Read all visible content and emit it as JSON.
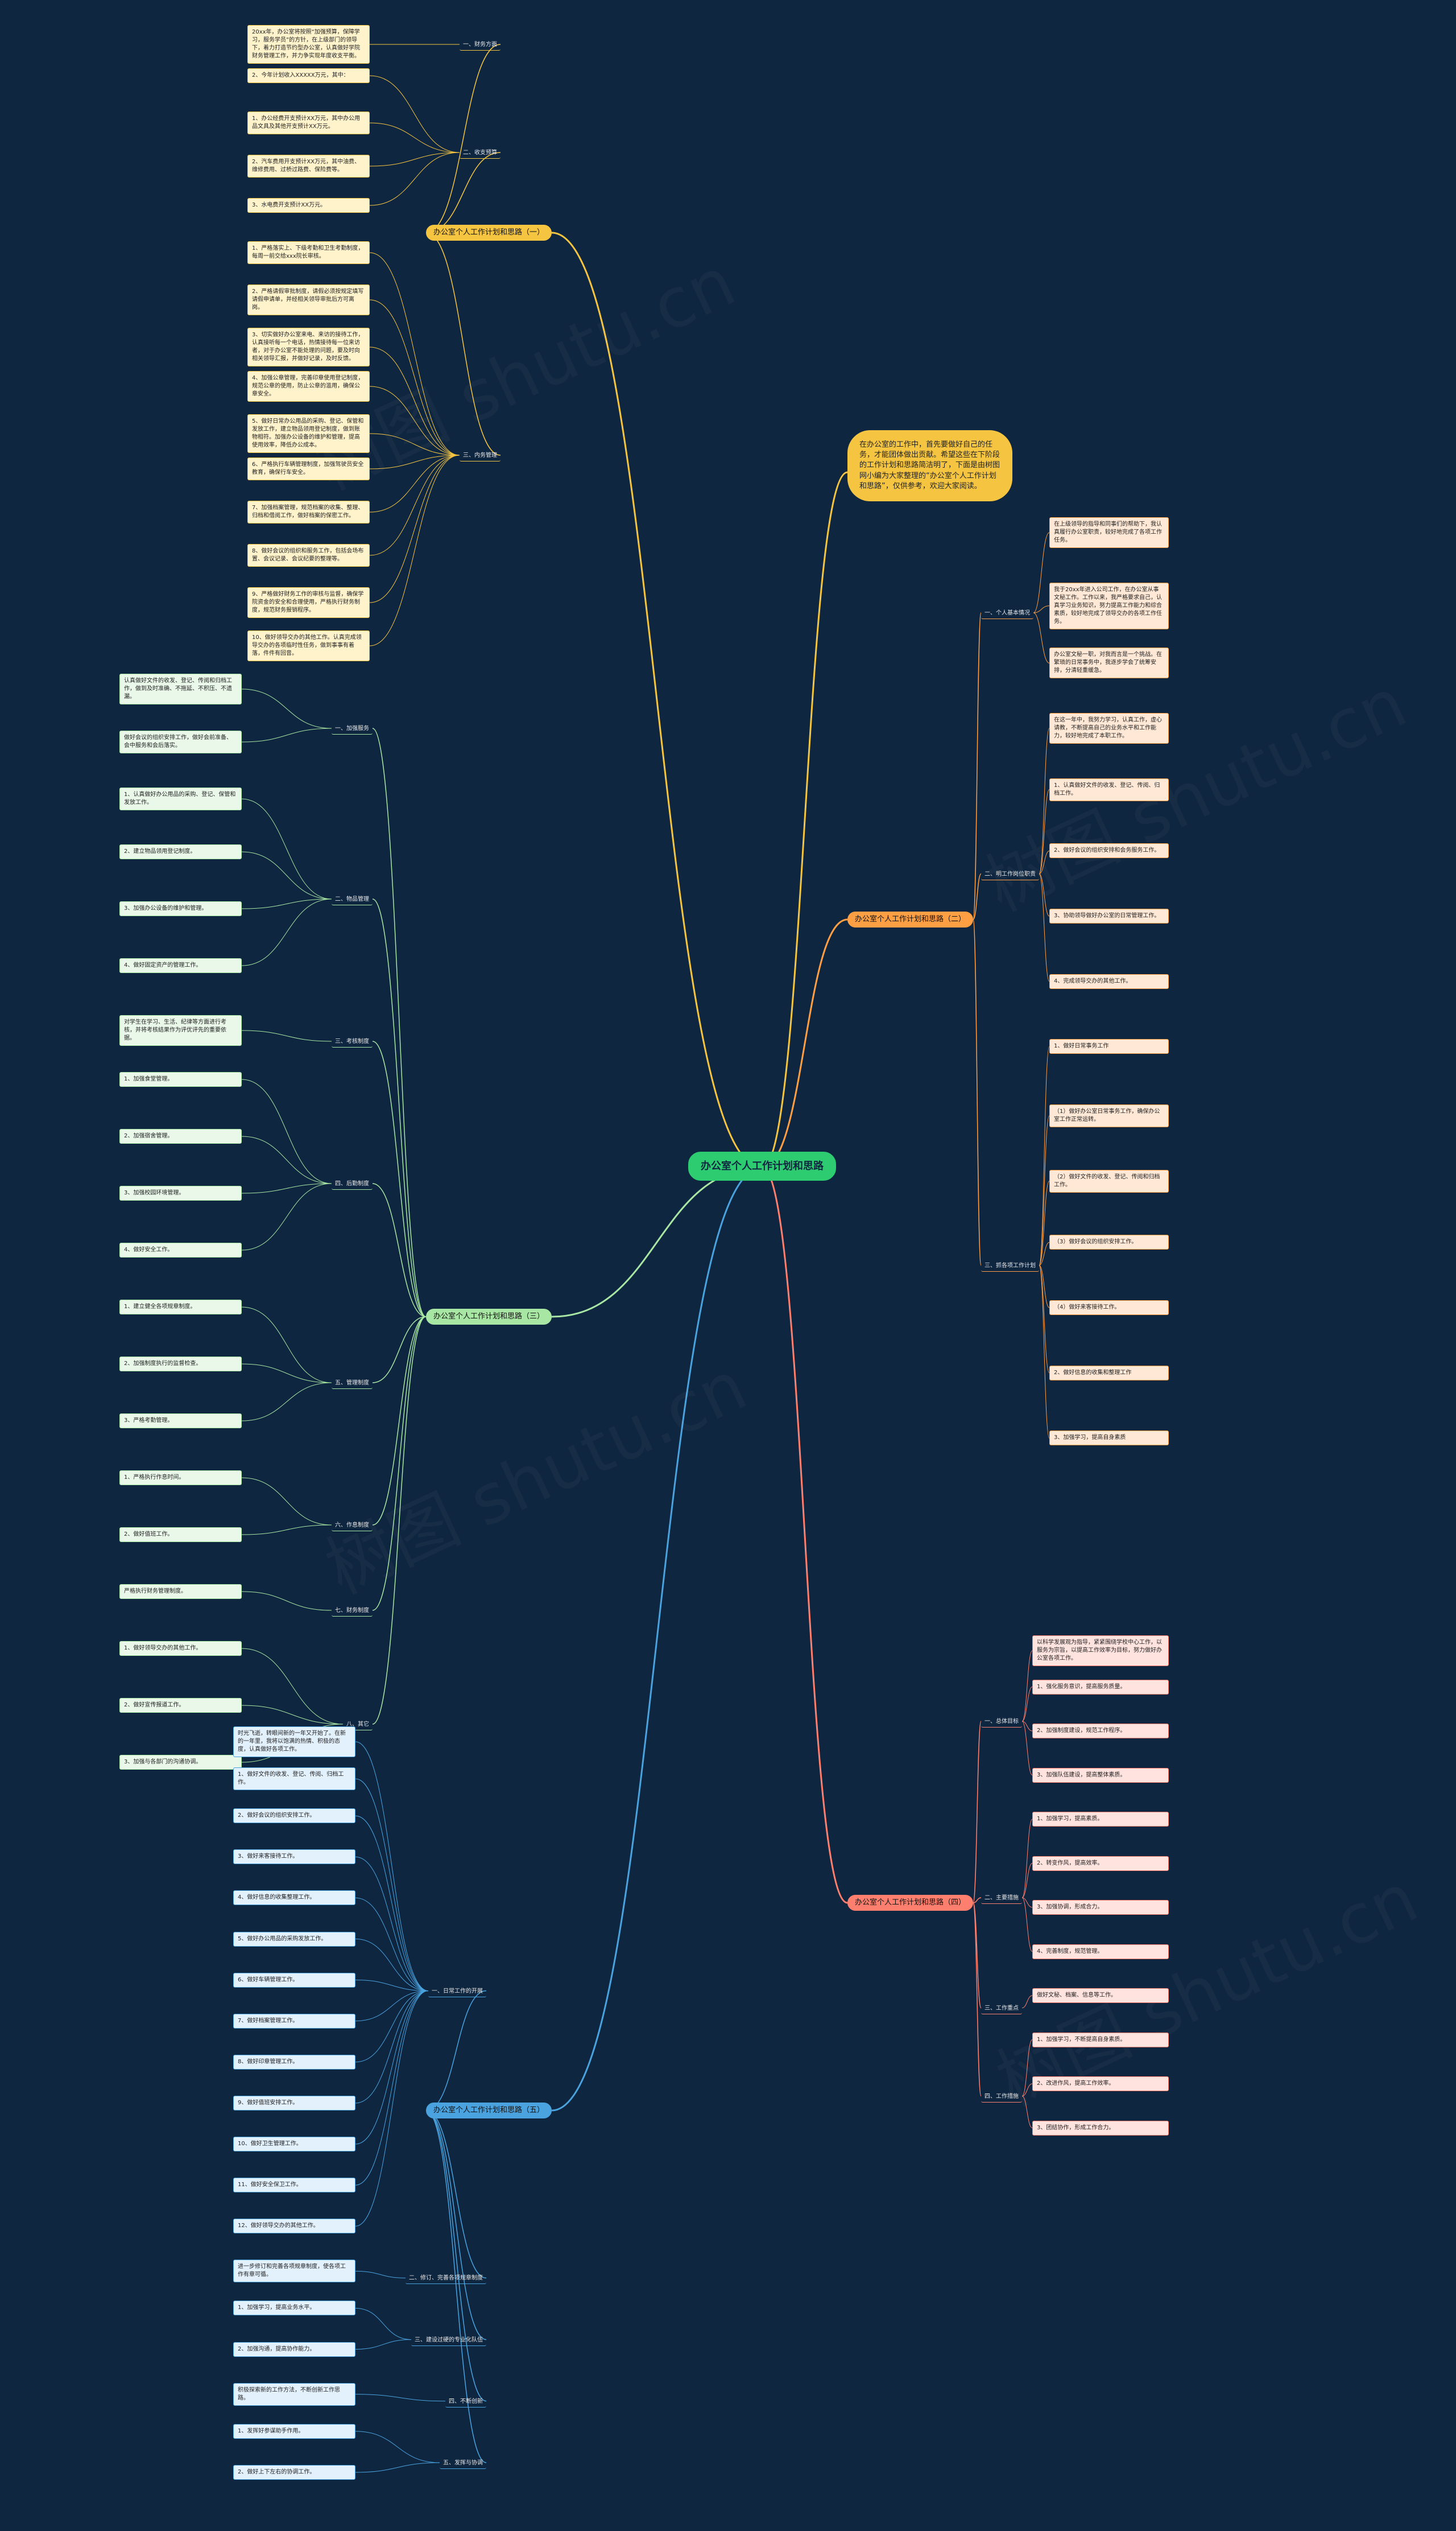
{
  "root": {
    "label": "办公室个人工作计划和思路"
  },
  "intro": {
    "text": "在办公室的工作中，首先要做好自己的任务，才能团体做出贡献。希望这些在下阶段的工作计划和思路简洁明了，下面是由树图网小编为大家整理的“办公室个人工作计划和思路”，仅供参考，欢迎大家阅读。"
  },
  "watermark": "树图 shutu.cn",
  "colors": {
    "background": "#0f2640",
    "root": "#2ecc71",
    "branch1": "#f5c542",
    "branch2": "#ff9f43",
    "branch3": "#a8e6a3",
    "branch4": "#ff7f6e",
    "branch5": "#4aa3df",
    "leaf1_bg": "#fff3cc",
    "leaf2_bg": "#ffe9d6",
    "leaf3_bg": "#eaf8ea",
    "leaf4_bg": "#ffe3df",
    "leaf5_bg": "#e3f1fc"
  },
  "branches": [
    {
      "label": "办公室个人工作计划和思路（一）",
      "subs": [
        {
          "label": "一、财务方面",
          "leaves": [
            "20xx年，办公室将按照“加强预算，保障学习，服务学员”的方针，在上级部门的领导下，着力打造节约型办公室，认真做好学院财务管理工作，并力争实现年度收支平衡。"
          ]
        },
        {
          "label": "二、收支预算",
          "leaves": [
            "2、今年计划收入XXXXX万元，其中：",
            "1、办公经费开支预计XX万元，其中办公用品文具及其他开支预计XX万元。",
            "2、汽车费用开支预计XX万元，其中油费、维修费用、过桥过路费、保险费等。",
            "3、水电费开支预计XX万元。"
          ]
        },
        {
          "label": "三、内务管理",
          "leaves": [
            "1、严格落实上、下级考勤和卫生考勤制度，每周一前交给xxx院长审核。",
            "2、严格请假审批制度，请假必须按规定填写请假申请单，并经相关领导审批后方可离岗。",
            "3、切实做好办公室来电、来访的接待工作，认真接听每一个电话，热情接待每一位来访者，对于办公室不能处理的问题，要及时向相关领导汇报，并做好记录，及时反馈。",
            "4、加强公章管理，完善印章使用登记制度，规范公章的使用，防止公章的滥用，确保公章安全。",
            "5、做好日常办公用品的采购、登记、保管和发放工作，建立物品领用登记制度，做到账物相符。加强办公设备的维护和管理，提高使用效率，降低办公成本。",
            "6、严格执行车辆管理制度，加强驾驶员安全教育，确保行车安全。",
            "7、加强档案管理，规范档案的收集、整理、归档和借阅工作，做好档案的保密工作。",
            "8、做好会议的组织和服务工作，包括会场布置、会议记录、会议纪要的整理等。",
            "9、严格做好财务工作的审核与监督，确保学院资金的安全和合理使用，严格执行财务制度，规范财务报销程序。",
            "10、做好领导交办的其他工作。认真完成领导交办的各项临时性任务，做到事事有着落，件件有回音。"
          ]
        }
      ]
    },
    {
      "label": "办公室个人工作计划和思路（二）",
      "subs": [
        {
          "label": "一、个人基本情况",
          "leaves": [
            "在上级领导的指导和同事们的帮助下，我认真履行办公室职责，较好地完成了各项工作任务。",
            "我于20xx年进入公司工作，在办公室从事文秘工作。工作以来，我严格要求自己，认真学习业务知识，努力提高工作能力和综合素质，较好地完成了领导交办的各项工作任务。",
            "办公室文秘一职，对我而言是一个挑战。在繁琐的日常事务中，我逐步学会了统筹安排，分清轻重缓急。"
          ]
        },
        {
          "label": "二、明工作岗位职责",
          "leaves": [
            "在这一年中，我努力学习，认真工作，虚心请教，不断提高自己的业务水平和工作能力，较好地完成了本职工作。",
            "1、认真做好文件的收发、登记、传阅、归档工作。",
            "2、做好会议的组织安排和会务服务工作。",
            "3、协助领导做好办公室的日常管理工作。",
            "4、完成领导交办的其他工作。"
          ]
        },
        {
          "label": "三、抓各项工作计划",
          "leaves": [
            "1、做好日常事务工作",
            "（1）做好办公室日常事务工作，确保办公室工作正常运转。",
            "（2）做好文件的收发、登记、传阅和归档工作。",
            "（3）做好会议的组织安排工作。",
            "（4）做好来客接待工作。",
            "2、做好信息的收集和整理工作",
            "3、加强学习，提高自身素质"
          ]
        }
      ]
    },
    {
      "label": "办公室个人工作计划和思路（三）",
      "subs": [
        {
          "label": "一、加强服务",
          "leaves": [
            "认真做好文件的收发、登记、传阅和归档工作，做到及时准确、不拖延、不积压、不遗漏。",
            "做好会议的组织安排工作，做好会前准备、会中服务和会后落实。"
          ]
        },
        {
          "label": "二、物品管理",
          "leaves": [
            "1、认真做好办公用品的采购、登记、保管和发放工作。",
            "2、建立物品领用登记制度。",
            "3、加强办公设备的维护和管理。",
            "4、做好固定资产的管理工作。"
          ]
        },
        {
          "label": "三、考核制度",
          "leaves": [
            "对学生在学习、生活、纪律等方面进行考核，并将考核结果作为评优评先的重要依据。"
          ]
        },
        {
          "label": "四、后勤制度",
          "leaves": [
            "1、加强食堂管理。",
            "2、加强宿舍管理。",
            "3、加强校园环境管理。",
            "4、做好安全工作。"
          ]
        },
        {
          "label": "五、管理制度",
          "leaves": [
            "1、建立健全各项规章制度。",
            "2、加强制度执行的监督检查。",
            "3、严格考勤管理。"
          ]
        },
        {
          "label": "六、作息制度",
          "leaves": [
            "1、严格执行作息时间。",
            "2、做好值班工作。"
          ]
        },
        {
          "label": "七、财务制度",
          "leaves": [
            "严格执行财务管理制度。"
          ]
        },
        {
          "label": "八、其它",
          "leaves": [
            "1、做好领导交办的其他工作。",
            "2、做好宣传报道工作。",
            "3、加强与各部门的沟通协调。"
          ]
        }
      ]
    },
    {
      "label": "办公室个人工作计划和思路（四）",
      "subs": [
        {
          "label": "一、总体目标",
          "leaves": [
            "以科学发展观为指导，紧紧围绕学校中心工作，以服务为宗旨，以提高工作效率为目标，努力做好办公室各项工作。",
            "1、强化服务意识，提高服务质量。",
            "2、加强制度建设，规范工作程序。",
            "3、加强队伍建设，提高整体素质。"
          ]
        },
        {
          "label": "二、主要措施",
          "leaves": [
            "1、加强学习，提高素质。",
            "2、转变作风，提高效率。",
            "3、加强协调，形成合力。",
            "4、完善制度，规范管理。"
          ]
        },
        {
          "label": "三、工作重点",
          "leaves": [
            "做好文秘、档案、信息等工作。"
          ]
        },
        {
          "label": "四、工作措施",
          "leaves": [
            "1、加强学习，不断提高自身素质。",
            "2、改进作风，提高工作效率。",
            "3、团结协作，形成工作合力。"
          ]
        }
      ]
    },
    {
      "label": "办公室个人工作计划和思路（五）",
      "subs": [
        {
          "label": "一、日常工作的开展",
          "leaves": [
            "时光飞逝，转眼间新的一年又开始了。在新的一年里，我将以饱满的热情、积极的态度，认真做好各项工作。",
            "1、做好文件的收发、登记、传阅、归档工作。",
            "2、做好会议的组织安排工作。",
            "3、做好来客接待工作。",
            "4、做好信息的收集整理工作。",
            "5、做好办公用品的采购发放工作。",
            "6、做好车辆管理工作。",
            "7、做好档案管理工作。",
            "8、做好印章管理工作。",
            "9、做好值班安排工作。",
            "10、做好卫生管理工作。",
            "11、做好安全保卫工作。",
            "12、做好领导交办的其他工作。"
          ]
        },
        {
          "label": "二、修订、完善各项规章制度",
          "leaves": [
            "进一步修订和完善各项规章制度，使各项工作有章可循。"
          ]
        },
        {
          "label": "三、建设过硬的专业化队伍",
          "leaves": [
            "1、加强学习，提高业务水平。",
            "2、加强沟通，提高协作能力。"
          ]
        },
        {
          "label": "四、不断创新",
          "leaves": [
            "积极探索新的工作方法，不断创新工作思路。"
          ]
        },
        {
          "label": "五、发挥与协调",
          "leaves": [
            "1、发挥好参谋助手作用。",
            "2、做好上下左右的协调工作。"
          ]
        }
      ]
    }
  ]
}
